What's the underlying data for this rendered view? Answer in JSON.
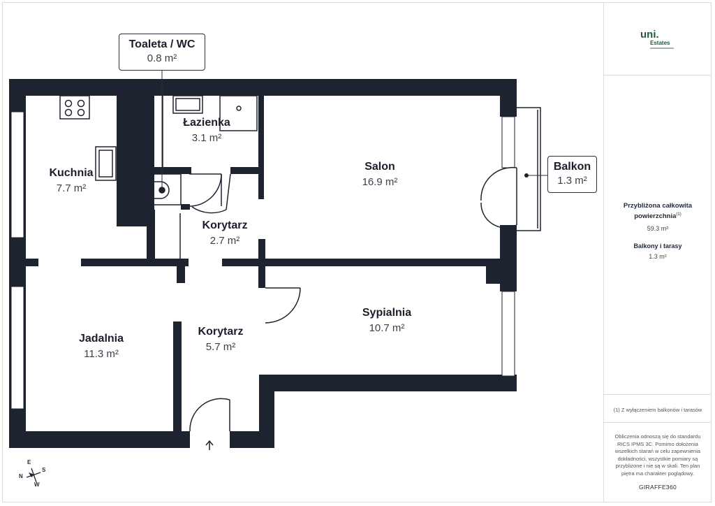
{
  "rooms": {
    "toaleta": {
      "name": "Toaleta / WC",
      "area": "0.8 m²"
    },
    "lazienka": {
      "name": "Łazienka",
      "area": "3.1 m²"
    },
    "kuchnia": {
      "name": "Kuchnia",
      "area": "7.7 m²"
    },
    "salon": {
      "name": "Salon",
      "area": "16.9 m²"
    },
    "balkon": {
      "name": "Balkon",
      "area": "1.3 m²"
    },
    "korytarz1": {
      "name": "Korytarz",
      "area": "2.7 m²"
    },
    "korytarz2": {
      "name": "Korytarz",
      "area": "5.7 m²"
    },
    "jadalnia": {
      "name": "Jadalnia",
      "area": "11.3 m²"
    },
    "sypialnia": {
      "name": "Sypialnia",
      "area": "10.7 m²"
    }
  },
  "compass": {
    "e": "E",
    "s": "S",
    "n": "N",
    "w": "W"
  },
  "sidebar": {
    "logo_main": "uni.",
    "logo_sub": "Estates",
    "total_label": "Przybliżona całkowita powierzchnia",
    "total_sup": "(1)",
    "total_value": "59.3 m²",
    "balconies_label": "Balkony i tarasy",
    "balconies_value": "1.3 m²",
    "footnote": "(1) Z wyłączeniem balkonów i tarasów",
    "disclaimer": "Obliczenia odnoszą się do standardu RICS IPMS 3C. Pomimo dołożenia wszelkich starań w celu zapewnienia dokładności, wszystkie pomiary są przybliżone i nie są w skali. Ten plan piętra ma charakter poglądowy.",
    "brand": "GIRAFFE360"
  },
  "colors": {
    "wall": "#1e2330",
    "accent": "#1f5a3a"
  }
}
